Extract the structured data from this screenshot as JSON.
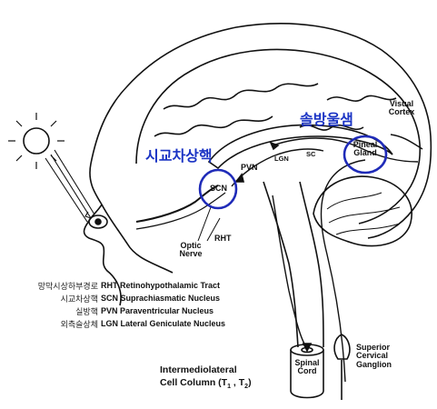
{
  "labels": {
    "visual_cortex": "Visual Cortex",
    "pineal_kor": "솔방울샘",
    "pineal_eng": "Pineal Gland",
    "scn_kor": "시교차상핵",
    "scn": "SCN",
    "pvn": "PVN",
    "lgn": "LGN",
    "sc": "SC",
    "rht": "RHT",
    "optic_nerve": "Optic Nerve",
    "spinal_cord": "Spinal Cord",
    "superior_cervical_ganglion": "Superior Cervical Ganglion",
    "intermediolateral_line1": "Intermediolateral",
    "intermediolateral_line2": "Cell Column (T",
    "sub1": "1",
    "sub_sep": " , T",
    "sub2": "2",
    "sub_close": ")"
  },
  "legend": [
    {
      "korean": "망막시상하부경로",
      "english": "RHT Retinohypothalamic Tract"
    },
    {
      "korean": "시교차상핵",
      "english": "SCN Suprachiasmatic Nucleus"
    },
    {
      "korean": "실방핵",
      "english": "PVN Paraventricular Nucleus"
    },
    {
      "korean": "외측슬상체",
      "english": "LGN Lateral Geniculate Nucleus"
    }
  ],
  "colors": {
    "highlight_circle": "#1f2bb8",
    "korean_label": "#1a33c4"
  }
}
